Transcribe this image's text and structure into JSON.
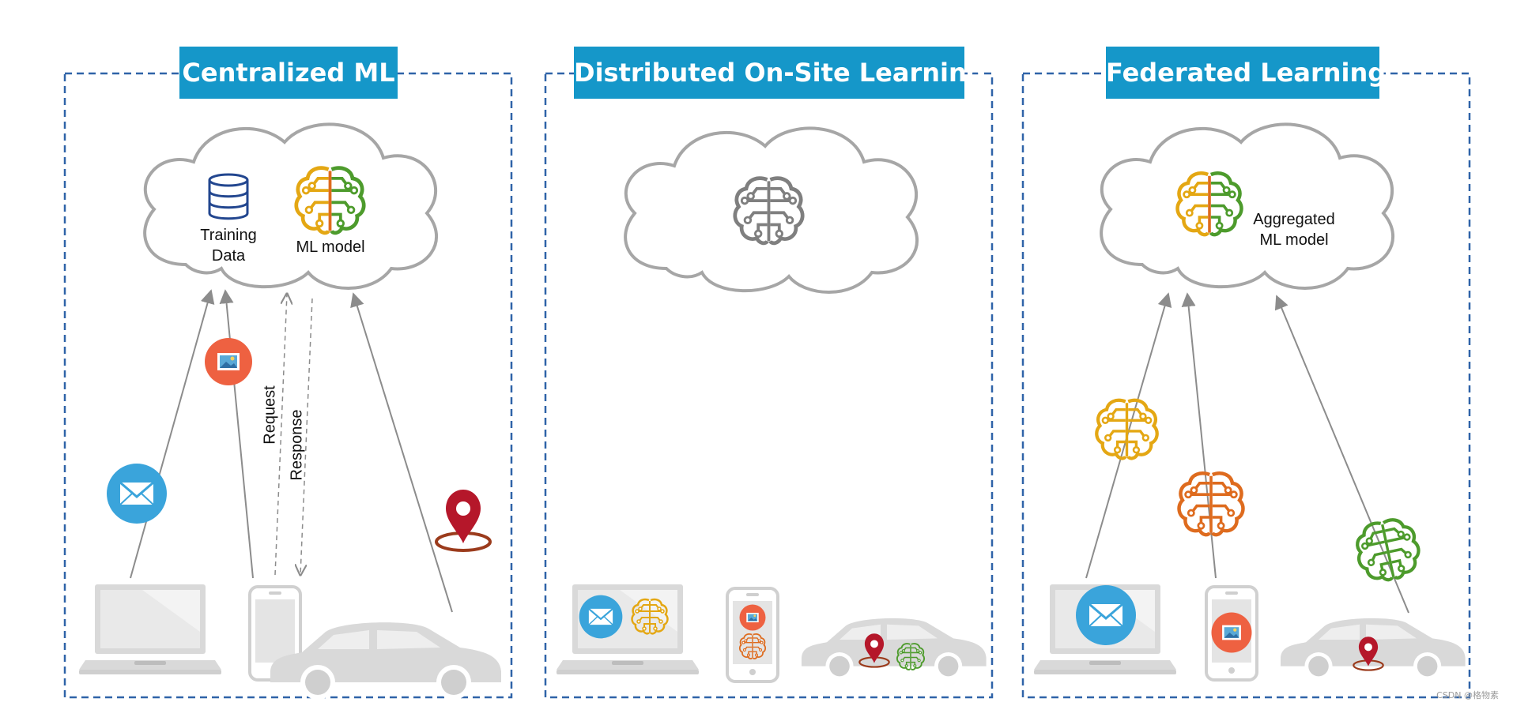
{
  "panels": {
    "centralized": {
      "title": "Centralized ML"
    },
    "distributed": {
      "title": "Distributed On-Site Learning"
    },
    "federated": {
      "title": "Federated Learning"
    }
  },
  "labels": {
    "training_data": "Training\nData",
    "ml_model": "ML model",
    "aggregated_model": "Aggregated\nML model",
    "request": "Request",
    "response": "Response"
  },
  "watermark": "CSDN @格物素",
  "colors": {
    "title_bg": "#1597c9",
    "panel_border": "#2f63a8",
    "cloud_stroke": "#a6a6a6",
    "device_gray": "#d9d9d9",
    "arrow_gray": "#8c8c8c",
    "mail_blue": "#3aa4db",
    "image_orange": "#ee6141",
    "pin_red": "#b5172a",
    "brain_yellow": "#e4a713",
    "brain_orange": "#de6b1e",
    "brain_green": "#4d9b2c",
    "db_blue": "#22468f"
  },
  "icons": [
    "database-icon",
    "brain-icon",
    "mail-icon",
    "image-icon",
    "location-pin-icon",
    "laptop-icon",
    "phone-icon",
    "car-icon",
    "cloud-icon"
  ]
}
